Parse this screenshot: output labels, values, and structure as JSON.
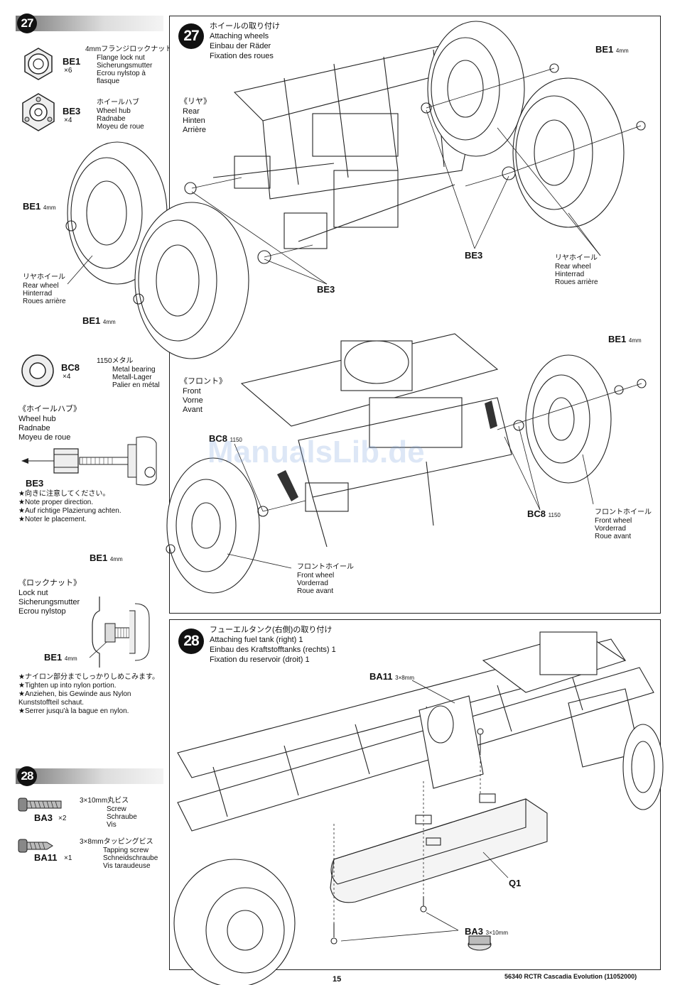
{
  "steps": {
    "s27": "27",
    "s28": "28"
  },
  "parts27": {
    "be1": {
      "code": "BE1",
      "qty": "×6",
      "jp": "4mmフランジロックナット",
      "en": "Flange lock nut",
      "de": "Sicherungsmutter",
      "fr1": "Ecrou nylstop à",
      "fr2": "flasque"
    },
    "be3": {
      "code": "BE3",
      "qty": "×4",
      "jp": "ホイールハブ",
      "en": "Wheel hub",
      "de": "Radnabe",
      "fr": "Moyeu de roue"
    },
    "bc8": {
      "code": "BC8",
      "qty": "×4",
      "jp": "1150メタル",
      "en": "Metal bearing",
      "de": "Metall-Lager",
      "fr": "Palier en métal"
    }
  },
  "hub_note": {
    "jp": "《ホイールハブ》",
    "en": "Wheel hub",
    "de": "Radnabe",
    "fr": "Moyeu de roue",
    "label": "BE3",
    "n1": "★向きに注意してください。",
    "n2": "★Note proper direction.",
    "n3": "★Auf richtige Plazierung achten.",
    "n4": "★Noter le placement."
  },
  "locknut_note": {
    "jp": "《ロックナット》",
    "en": "Lock nut",
    "de": "Sicherungsmutter",
    "fr": "Ecrou nylstop",
    "label": "BE1",
    "size": "4mm",
    "n1": "★ナイロン部分までしっかりしめこみます。",
    "n2": "★Tighten up into nylon portion.",
    "n3": "★Anziehen, bis Gewinde aus Nylon",
    "n3b": "Kunststoffteil schaut.",
    "n4": "★Serrer jusqu'à la bague en nylon."
  },
  "parts28": {
    "ba3": {
      "code": "BA3",
      "qty": "×2",
      "jp": "3×10mm丸ビス",
      "en": "Screw",
      "de": "Schraube",
      "fr": "Vis"
    },
    "ba11": {
      "code": "BA11",
      "qty": "×1",
      "jp": "3×8mmタッピングビス",
      "en": "Tapping screw",
      "de": "Schneidschraube",
      "fr": "Vis taraudeuse"
    }
  },
  "step27": {
    "jp": "ホイールの取り付け",
    "en": "Attaching wheels",
    "de": "Einbau der Räder",
    "fr": "Fixation des roues",
    "rear": {
      "jp": "《リヤ》",
      "en": "Rear",
      "de": "Hinten",
      "fr": "Arrière"
    },
    "front": {
      "jp": "《フロント》",
      "en": "Front",
      "de": "Vorne",
      "fr": "Avant"
    },
    "rear_wheel": {
      "jp": "リヤホイール",
      "en": "Rear wheel",
      "de": "Hinterrad",
      "fr": "Roues arrière"
    },
    "front_wheel": {
      "jp": "フロントホイール",
      "en": "Front wheel",
      "de": "Vorderrad",
      "fr": "Roue avant"
    },
    "be1": "BE1",
    "be3": "BE3",
    "bc8": "BC8",
    "mm4": "4mm",
    "n1150": "1150"
  },
  "step28": {
    "jp": "フューエルタンク(右側)の取り付け",
    "en": "Attaching fuel tank (right) 1",
    "de": "Einbau des Kraftstofftanks (rechts) 1",
    "fr": "Fixation du reservoir (droit) 1",
    "ba11": "BA11",
    "ba11_size": "3×8mm",
    "ba3": "BA3",
    "ba3_size": "3×10mm",
    "q1": "Q1"
  },
  "watermark": "ManualsLib.de",
  "footer": {
    "page": "15",
    "title": "56340 RCTR Cascadia Evolution (11052000)"
  }
}
